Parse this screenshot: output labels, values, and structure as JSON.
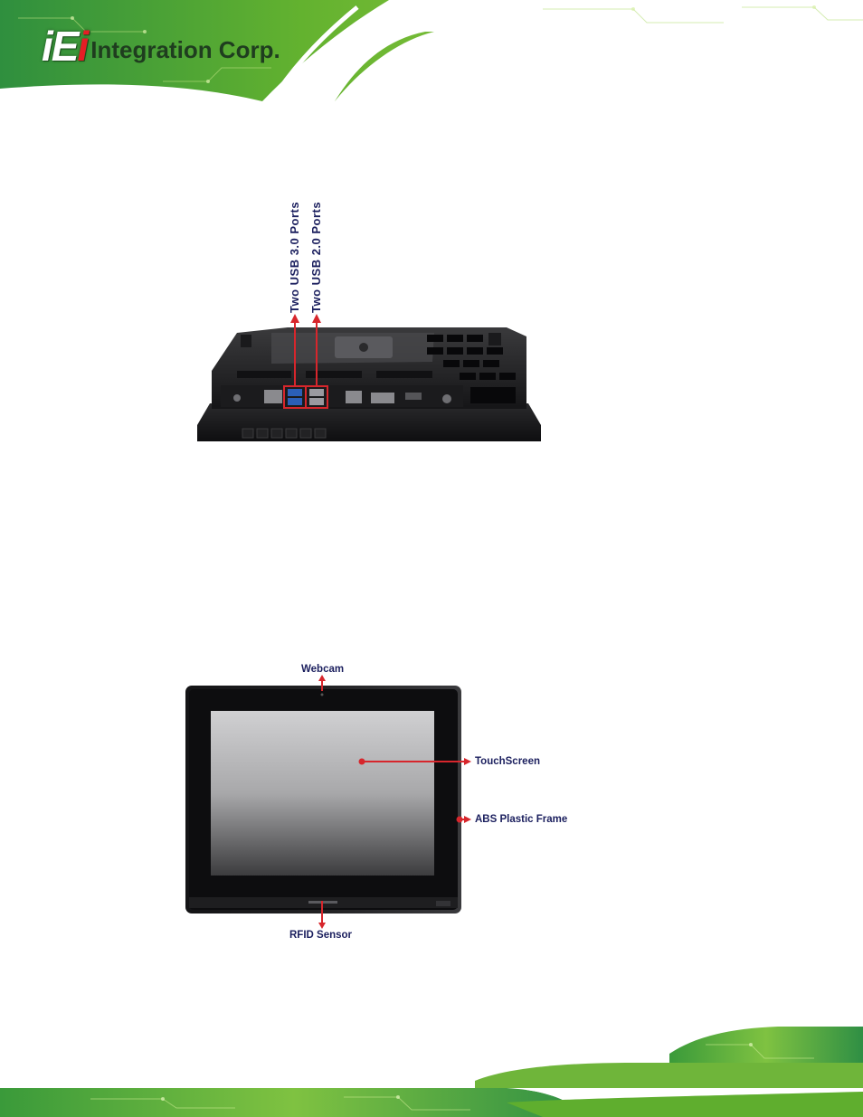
{
  "header": {
    "logo_mark": "iEi",
    "logo_text": "Integration Corp."
  },
  "figure_rear": {
    "labels": {
      "usb3": "Two USB 3.0 Ports",
      "usb2": "Two USB 2.0 Ports"
    }
  },
  "figure_front": {
    "callouts": {
      "webcam": "Webcam",
      "touchscreen": "TouchScreen",
      "frame": "ABS Plastic Frame",
      "rfid": "RFID Sensor"
    }
  },
  "colors": {
    "brand_green": "#5fae2e",
    "label_navy": "#1b1f5e",
    "arrow_red": "#d7262c"
  }
}
